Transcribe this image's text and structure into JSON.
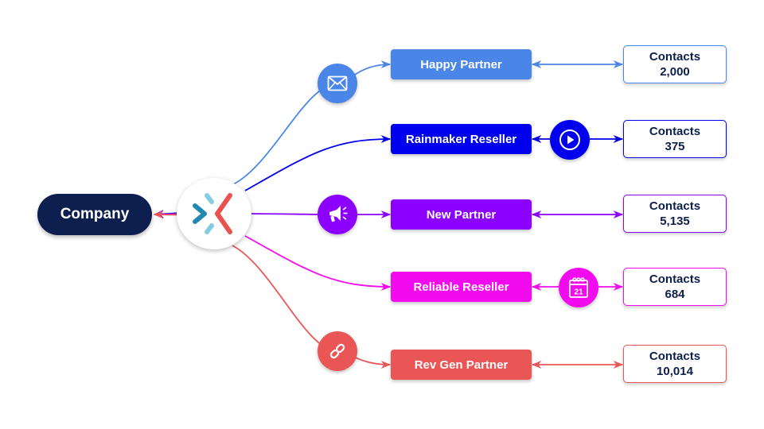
{
  "source": {
    "label": "Company",
    "color": "#0d1f4f"
  },
  "hub": {
    "name": "logo",
    "colors": {
      "dark_blue": "#2389b0",
      "light_blue": "#84cde0",
      "red": "#e8524f"
    }
  },
  "partners": [
    {
      "label": "Happy Partner",
      "color": "#4a86e8",
      "icon": "envelope-icon",
      "icon_position": "before",
      "contacts_label": "Contacts",
      "contacts": "2,000"
    },
    {
      "label": "Rainmaker Reseller",
      "color": "#0000ee",
      "icon": "play-icon",
      "icon_position": "after",
      "contacts_label": "Contacts",
      "contacts": "375"
    },
    {
      "label": "New Partner",
      "color": "#8b00ff",
      "icon": "megaphone-icon",
      "icon_position": "before",
      "contacts_label": "Contacts",
      "contacts": "5,135"
    },
    {
      "label": "Reliable Reseller",
      "color": "#f30bf0",
      "icon": "calendar-icon",
      "icon_position": "after",
      "icon_text": "21",
      "contacts_label": "Contacts",
      "contacts": "684"
    },
    {
      "label": "Rev Gen Partner",
      "color": "#ea5656",
      "icon": "link-icon",
      "icon_position": "before",
      "contacts_label": "Contacts",
      "contacts": "10,014"
    }
  ]
}
